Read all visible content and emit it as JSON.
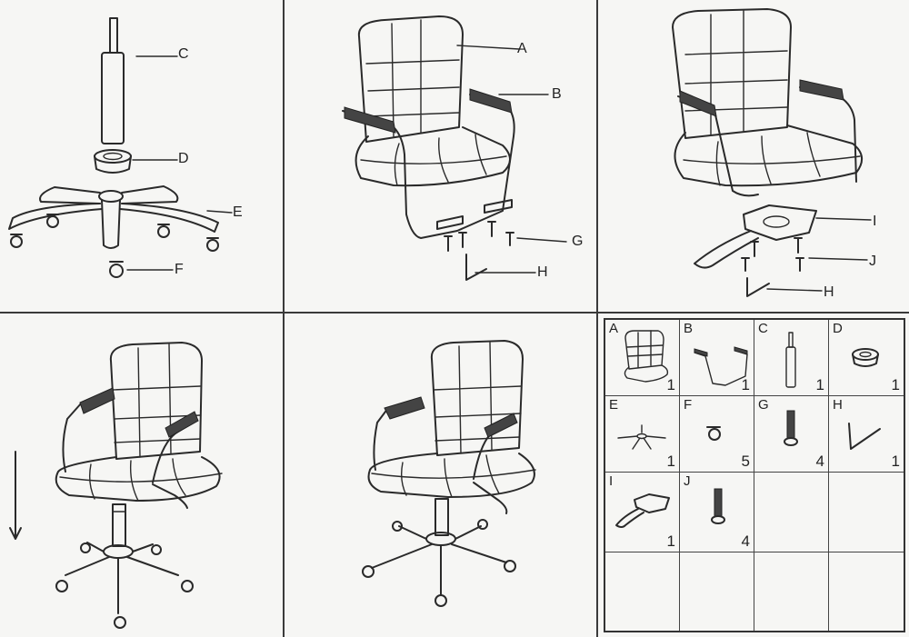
{
  "callouts": {
    "step1": [
      "C",
      "D",
      "E",
      "F"
    ],
    "step2": [
      "A",
      "B",
      "G",
      "H"
    ],
    "step3": [
      "I",
      "J",
      "H"
    ]
  },
  "parts_table": {
    "cells": [
      {
        "letter": "A",
        "qty": "1",
        "icon": "seat-back-icon"
      },
      {
        "letter": "B",
        "qty": "1",
        "icon": "armrest-frame-icon"
      },
      {
        "letter": "C",
        "qty": "1",
        "icon": "gas-cylinder-icon"
      },
      {
        "letter": "D",
        "qty": "1",
        "icon": "cylinder-cover-icon"
      },
      {
        "letter": "E",
        "qty": "1",
        "icon": "star-base-icon"
      },
      {
        "letter": "F",
        "qty": "5",
        "icon": "caster-wheel-icon"
      },
      {
        "letter": "G",
        "qty": "4",
        "icon": "bolt-icon"
      },
      {
        "letter": "H",
        "qty": "1",
        "icon": "allen-key-icon"
      },
      {
        "letter": "I",
        "qty": "1",
        "icon": "seat-mechanism-icon"
      },
      {
        "letter": "J",
        "qty": "4",
        "icon": "screw-icon"
      },
      {
        "letter": "",
        "qty": ""
      },
      {
        "letter": "",
        "qty": ""
      },
      {
        "letter": "",
        "qty": ""
      },
      {
        "letter": "",
        "qty": ""
      },
      {
        "letter": "",
        "qty": ""
      },
      {
        "letter": "",
        "qty": ""
      }
    ]
  }
}
